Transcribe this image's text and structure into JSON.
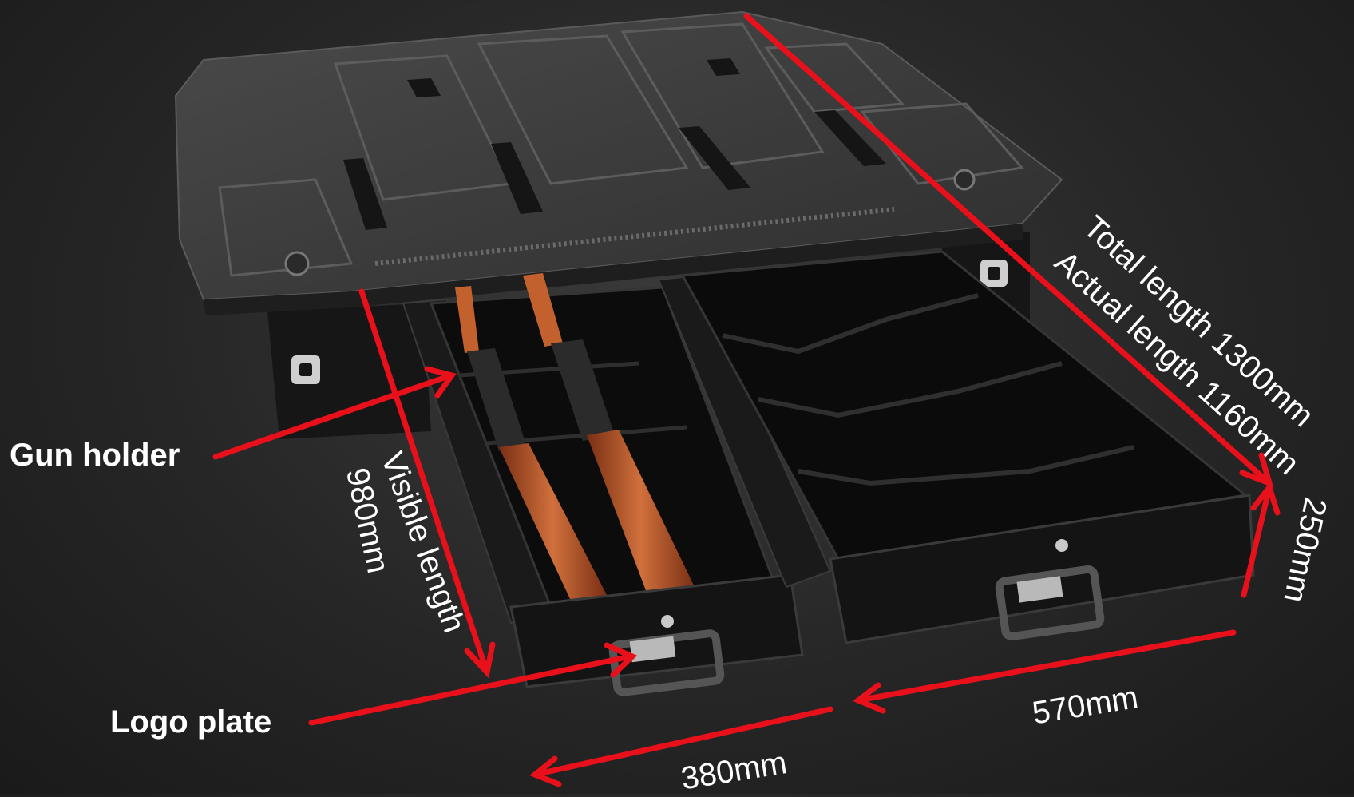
{
  "labels": {
    "gun_holder": "Gun holder",
    "logo_plate": "Logo plate",
    "visible_length": "Visible length",
    "visible_length_value": "980mm",
    "total_length": "Total length 1300mm",
    "actual_length": "Actual length 1160mm",
    "height": "250mm",
    "width_right": "570mm",
    "width_left": "380mm"
  },
  "colors": {
    "background": "#262626",
    "annotation": "#e8101a",
    "body": "#141414",
    "lid": "#3c3c3c",
    "stock": "#b5552a"
  }
}
